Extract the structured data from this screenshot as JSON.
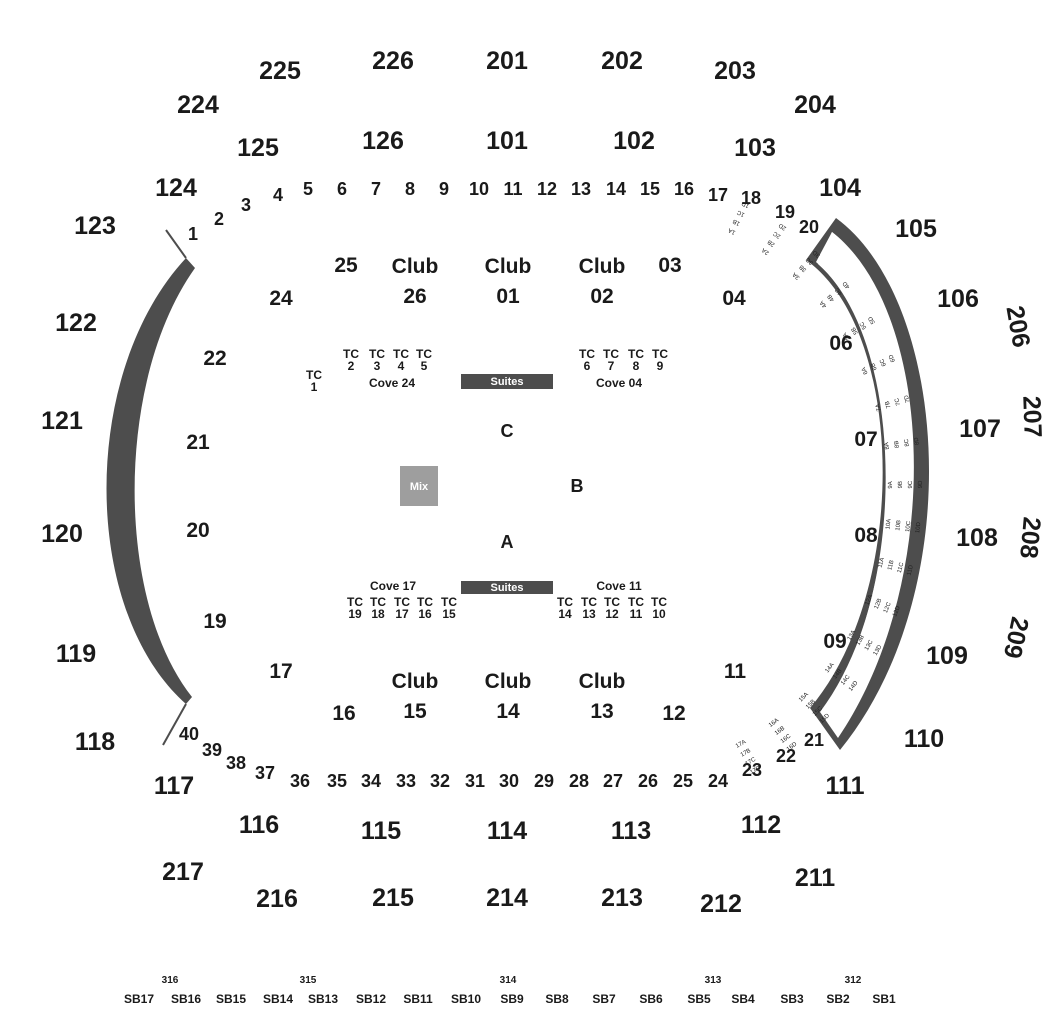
{
  "colors": {
    "text": "#1a1a1a",
    "bar": "#4d4d4d",
    "mix_box": "#9e9e9e",
    "background": "#ffffff"
  },
  "suites_label": "Suites",
  "mix_label": "Mix",
  "upper_sections": [
    "225",
    "226",
    "201",
    "202",
    "203",
    "204",
    "224",
    "206",
    "207",
    "208",
    "209",
    "217",
    "216",
    "215",
    "214",
    "213",
    "212",
    "211"
  ],
  "lower_sections": [
    "125",
    "126",
    "101",
    "102",
    "103",
    "124",
    "104",
    "123",
    "105",
    "106",
    "122",
    "121",
    "107",
    "120",
    "108",
    "119",
    "109",
    "118",
    "110",
    "117",
    "111",
    "116",
    "115",
    "114",
    "113",
    "112"
  ],
  "row_numbers_top": [
    "1",
    "2",
    "3",
    "4",
    "5",
    "6",
    "7",
    "8",
    "9",
    "10",
    "11",
    "12",
    "13",
    "14",
    "15",
    "16",
    "17",
    "18",
    "19",
    "20"
  ],
  "row_numbers_bottom": [
    "40",
    "39",
    "38",
    "37",
    "36",
    "35",
    "34",
    "33",
    "32",
    "31",
    "30",
    "29",
    "28",
    "27",
    "26",
    "25",
    "24",
    "23",
    "22",
    "21"
  ],
  "floor_sections": [
    "25",
    "03",
    "24",
    "04",
    "22",
    "06",
    "21",
    "07",
    "20",
    "08",
    "19",
    "09",
    "17",
    "11",
    "16",
    "12"
  ],
  "clubs_top": [
    {
      "label": "Club",
      "num": "26"
    },
    {
      "label": "Club",
      "num": "01"
    },
    {
      "label": "Club",
      "num": "02"
    }
  ],
  "clubs_bottom": [
    {
      "label": "Club",
      "num": "15"
    },
    {
      "label": "Club",
      "num": "14"
    },
    {
      "label": "Club",
      "num": "13"
    }
  ],
  "tc_top": [
    {
      "t": "TC",
      "n": "1"
    },
    {
      "t": "TC",
      "n": "2"
    },
    {
      "t": "TC",
      "n": "3"
    },
    {
      "t": "TC",
      "n": "4"
    },
    {
      "t": "TC",
      "n": "5"
    },
    {
      "t": "TC",
      "n": "6"
    },
    {
      "t": "TC",
      "n": "7"
    },
    {
      "t": "TC",
      "n": "8"
    },
    {
      "t": "TC",
      "n": "9"
    }
  ],
  "tc_bottom": [
    {
      "t": "TC",
      "n": "19"
    },
    {
      "t": "TC",
      "n": "18"
    },
    {
      "t": "TC",
      "n": "17"
    },
    {
      "t": "TC",
      "n": "16"
    },
    {
      "t": "TC",
      "n": "15"
    },
    {
      "t": "TC",
      "n": "14"
    },
    {
      "t": "TC",
      "n": "13"
    },
    {
      "t": "TC",
      "n": "12"
    },
    {
      "t": "TC",
      "n": "11"
    },
    {
      "t": "TC",
      "n": "10"
    }
  ],
  "coves": [
    "Cove 24",
    "Cove 04",
    "Cove 17",
    "Cove 11"
  ],
  "floor_letters": [
    "C",
    "B",
    "A"
  ],
  "suite_boxes": [
    [
      "1A",
      "1B",
      "1C",
      "1D"
    ],
    [
      "2A",
      "2B",
      "2C",
      "2D"
    ],
    [
      "3A",
      "3B",
      "3C",
      "3D"
    ],
    [
      "4A",
      "4B",
      "4C",
      "4D"
    ],
    [
      "5A",
      "5B",
      "5C",
      "5D"
    ],
    [
      "6A",
      "6B",
      "6C",
      "6D"
    ],
    [
      "7A",
      "7B",
      "7C",
      "7D"
    ],
    [
      "8A",
      "8B",
      "8C",
      "8D"
    ],
    [
      "9A",
      "9B",
      "9C",
      "9D"
    ],
    [
      "10A",
      "10B",
      "10C",
      "10D"
    ],
    [
      "11A",
      "11B",
      "11C",
      "11D"
    ],
    [
      "12A",
      "12B",
      "12C",
      "12D"
    ],
    [
      "13A",
      "13B",
      "13C",
      "13D"
    ],
    [
      "14A",
      "14B",
      "14C",
      "14D"
    ],
    [
      "15A",
      "15B",
      "15C",
      "15D"
    ],
    [
      "16A",
      "16B",
      "16C",
      "16D"
    ],
    [
      "17A",
      "17B",
      "17C",
      "17D"
    ]
  ],
  "skyboxes": [
    "SB17",
    "SB16",
    "SB15",
    "SB14",
    "SB13",
    "SB12",
    "SB11",
    "SB10",
    "SB9",
    "SB8",
    "SB7",
    "SB6",
    "SB5",
    "SB4",
    "SB3",
    "SB2",
    "SB1"
  ],
  "skybox_numbers": [
    "316",
    "315",
    "314",
    "313",
    "312"
  ]
}
